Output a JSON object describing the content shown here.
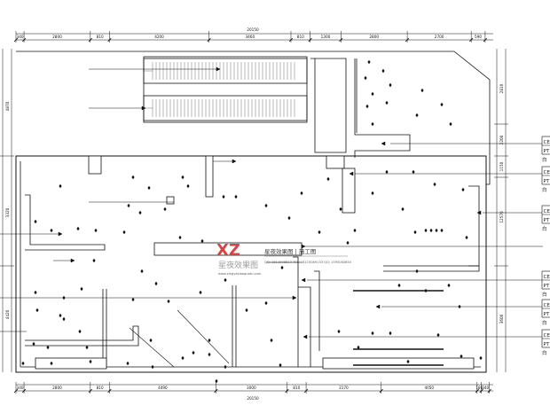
{
  "top_dims": {
    "total": "20150",
    "segments": [
      "340",
      "2800",
      "810",
      "4200",
      "3460",
      "810",
      "1300",
      "2800",
      "2700",
      "590"
    ]
  },
  "bottom_dims": {
    "total": "20150",
    "segments": [
      "340",
      "2800",
      "810",
      "4490",
      "3000",
      "810",
      "3170",
      "4050",
      "180",
      "340"
    ]
  },
  "right_dims": [
    "2810",
    "2200",
    "1150",
    "12570",
    "3600"
  ],
  "left_dims": [
    "4870",
    "3320",
    "4420"
  ],
  "right_tags": [
    {
      "row1": "CE",
      "row2": "PT",
      "row3": "白"
    },
    {
      "row1": "CE",
      "row2": "PT",
      "row3": "白"
    },
    {
      "row1": "CE",
      "row2": "PT",
      "row3": "白"
    },
    {
      "row1": "CE",
      "row2": "PT",
      "row3": "白"
    },
    {
      "row1": "CE",
      "row2": "PT",
      "row3": "白"
    },
    {
      "row1": "CE",
      "row2": "PT",
      "row3": "白"
    }
  ],
  "watermark": {
    "logo": "XZ",
    "name": "星夜效果图",
    "title": "星夜效果图 | 施工图",
    "contact": "QQ: 1611508813    TEL: 18115089133    QQ: 1595063650",
    "url": "www.xingyexiaoguotu.com"
  },
  "colors": {
    "line": "#111111",
    "accent": "#d63a3a"
  }
}
